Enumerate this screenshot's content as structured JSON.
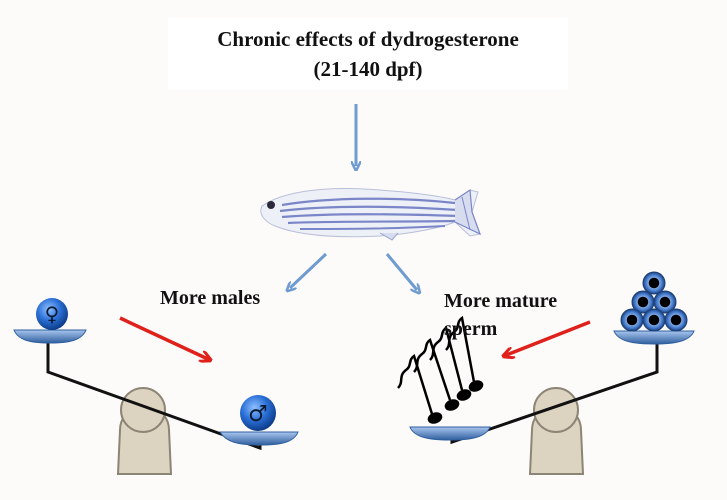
{
  "title": {
    "line1": "Chronic effects of dydrogesterone",
    "line2": "(21-140 dpf)"
  },
  "left_panel": {
    "label": "More males",
    "female_symbol": "♀",
    "male_symbol": "♂"
  },
  "right_panel": {
    "label_line1": "More mature",
    "label_line2": "sperm"
  },
  "colors": {
    "blue_arrow": "#6f9bd1",
    "red_arrow": "#e0201b",
    "symbol_blue": "#1f5fbf",
    "pan_blue": "#4d7fbf",
    "base_tan": "#dcd3c1",
    "base_stroke": "#8c8474",
    "fish_stripe": "#7a86c8"
  },
  "icons": [
    "female-symbol-icon",
    "male-symbol-icon",
    "zebrafish-icon",
    "sperm-icon",
    "cell-cluster-icon"
  ]
}
